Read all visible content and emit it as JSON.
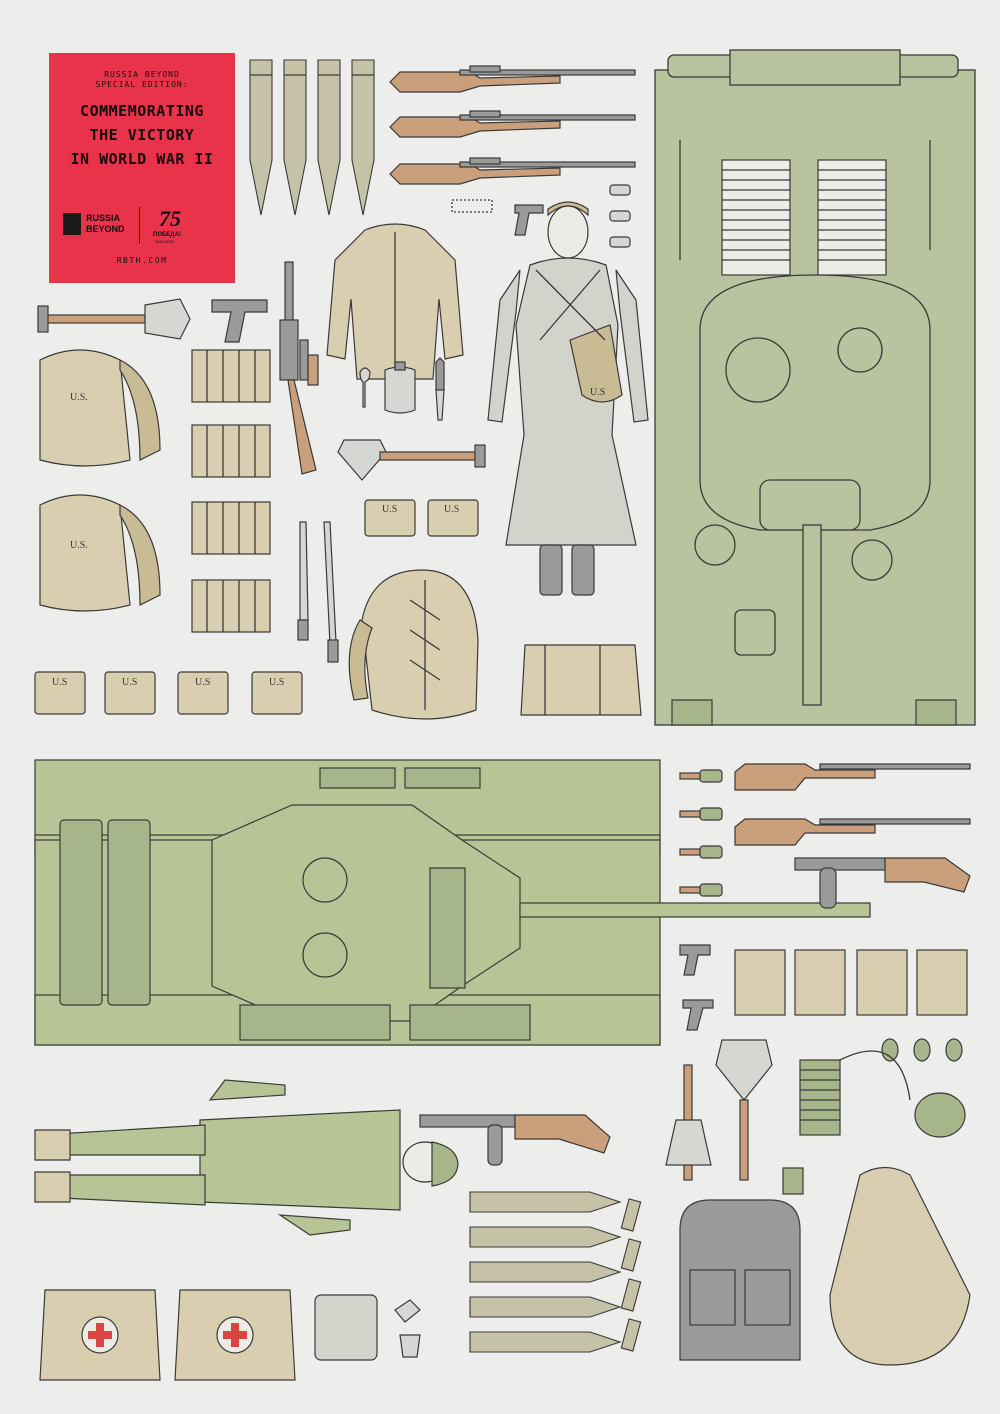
{
  "label": {
    "subtitle_line1": "RUSSIA BEYOND",
    "subtitle_line2": "SPECIAL EDITION:",
    "title_line1": "COMMEMORATING",
    "title_line2": "THE VICTORY",
    "title_line3": "IN WORLD WAR II",
    "logo_line1": "RUSSIA",
    "logo_line2": "BEYOND",
    "anniversary_number": "75",
    "anniversary_word": "ПОБЕДА!",
    "anniversary_years": "1945-2020",
    "url": "RBTH.COM"
  },
  "markings": {
    "us": "U.S."
  },
  "colors": {
    "background": "#ededeb",
    "label_red": "#e8334a",
    "tank_green": "#b7c596",
    "sherman_green": "#bac3a0",
    "khaki": "#d9cfb0",
    "wood": "#caa07c",
    "ink": "#3a3a3a"
  }
}
